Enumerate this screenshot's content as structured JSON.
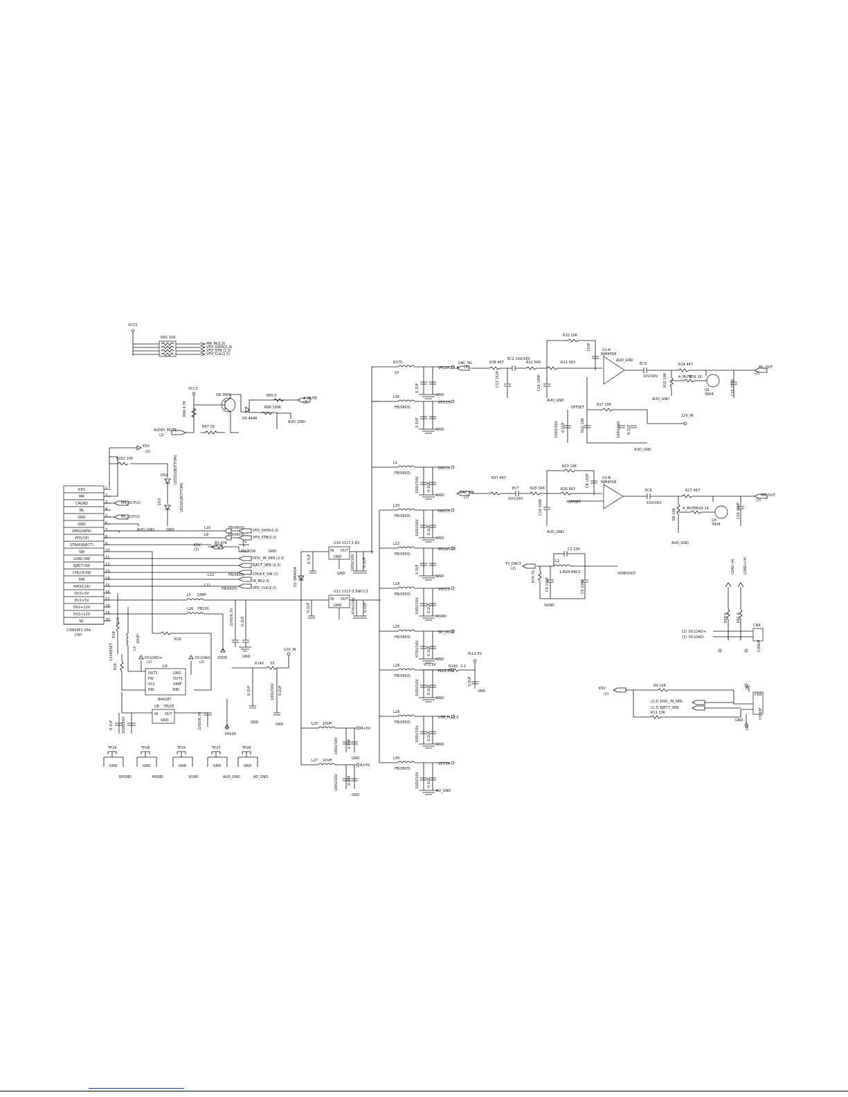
{
  "rnet": {
    "power": "VCC5",
    "name": "RN1 10K",
    "nets": [
      "MR_IN(2,3)",
      "VFD_DATA(2,3)",
      "VFD_STB (2,3)",
      "VFD_CLK(2,3)"
    ]
  },
  "mute": {
    "vcc": "VCC3",
    "r66": "R66 4.7K",
    "q8": "Q8 3906",
    "r67": "R67 1K",
    "ds": "D5 4448",
    "r65": "R65 0",
    "amute": "A_MUTE",
    "amute_ref": "(2)",
    "r68": "R68 100K",
    "aud_gnd": "AUD_GND",
    "audio_mute": "AUDIO_MUTE",
    "audio_mute_ref": "(2)"
  },
  "k5v": {
    "label": "K5V",
    "ref": "(2)",
    "r152": "R152 100",
    "ds2": "DS2",
    "led": "LEDSD(BOTTOM)",
    "ds3": "DS3",
    "led2": "LEDSD(BOTTOM)",
    "gnd": "GND"
  },
  "connector": {
    "pins": [
      "K5V",
      "MR",
      "CAGND",
      "ML",
      "GND",
      "GND",
      "XMO(DATA)",
      "VFD(CE)",
      "STRAY(EJECT)",
      "SW",
      "LOAD-SW",
      "EJECT-SW",
      "CHLCK-SW",
      "HIB",
      "XMO(CLK)",
      "DV2+5V",
      "DV2+5V",
      "DV2+12V",
      "DV2+12V",
      "NC"
    ],
    "pin_numbers": [
      "1",
      "2",
      "3",
      "4",
      "5",
      "6",
      "7",
      "8",
      "9",
      "10",
      "11",
      "12",
      "13",
      "14",
      "15",
      "16",
      "17",
      "18",
      "19",
      "20"
    ],
    "name": "CON20P1.25A",
    "ref": "CN7"
  },
  "cn7_nets": {
    "mr_out": "MR_OUT(2)",
    "ml_out": "ML_OUT(2)",
    "aud_gnd": "AUD_GND"
  },
  "vfd": {
    "l10": "L10",
    "fb1": "FB(0603)",
    "data": "VFD_DATA(2,3)",
    "l9": "L9",
    "fb2": "FB(0603)",
    "stb": "VFD_STB(2,3)",
    "k5v": "K5V",
    "k5v_ref": "(2)",
    "r3": "R3 47K",
    "x1": "X1",
    "factor": "FACTOW",
    "gnd": "GND",
    "disc": "DISC_IN_SEN (2,3)",
    "eject": "EJECT_SEN (2,3)",
    "chuck": "CHUCK_SW (2)",
    "ir": "IR_IN(2,3)",
    "l12": "L12",
    "fb3": "FB(0603)",
    "l11": "L11",
    "fb4": "FB(0603)",
    "clk": "VFD_CLK(2,3)"
  },
  "lower_left": {
    "l5": "L5",
    "jump": "JUMP",
    "l26": "L26",
    "fb100": "FB100",
    "r19": "R19",
    "r18": "R18",
    "r18v": "10K",
    "l3": "L3",
    "l3v": "10UH",
    "r24": "R24",
    "cs1": "CS1",
    "reset": "CS1RESET",
    "dcload_p": "DCLOAD+",
    "dcload_p_ref": "(2)",
    "dcload_m": "DCLOAD-",
    "dcload_m_ref": "(2)",
    "u3": "U3",
    "u3_pins_l": [
      "OUT1",
      "FW",
      "VCC",
      "RIN"
    ],
    "u3_pins_r": [
      "GND",
      "OUT2",
      "VREF",
      "RIN"
    ],
    "u3_part": "BA6287",
    "u8": "U8",
    "u8_part": "78L05",
    "u8_in": "IN",
    "u8_out": "OUT",
    "u8_gnd": "GND",
    "c_a": "0.1UF",
    "c_b": "100U/16V",
    "c_c": "220U/6.3V",
    "c_d": "0.1UF",
    "vdd5": "VDD5",
    "p4v": "P4V2K"
  },
  "test_points": [
    {
      "tp": "TP24",
      "gnd": "GND",
      "net": "RFGND"
    },
    {
      "tp": "TP26",
      "gnd": "GND",
      "net": "MGND"
    },
    {
      "tp": "TP25",
      "gnd": "GND",
      "net": "VGND"
    },
    {
      "tp": "TP27",
      "gnd": "GND",
      "net": "AUD_GND"
    },
    {
      "tp": "TP28",
      "gnd": "GND",
      "net": "AD_GND"
    }
  ],
  "supply": {
    "c1": "220U/6.3V",
    "c2": "0.1UF",
    "gnd": "GND",
    "v12": "12V_IN",
    "r140": "R140",
    "r140v": "33",
    "c3": "0.1UF",
    "c4": "100U/16V",
    "c5": "0.1UF",
    "gnd2": "GND",
    "gnd3": "GND"
  },
  "regs": {
    "u14": "U14 1117-1.8V",
    "u14_in": "IN",
    "u14_out": "OUT",
    "u14_gnd": "GND",
    "u11": "U11 1117-3.3V",
    "u11_in": "IN",
    "u11_out": "OUT",
    "u11_gnd": "GND",
    "d1": "D1 SM4004",
    "vcc3": "VCC3",
    "c1": "4.7UF",
    "c2": "100U/16V",
    "c3": "0.1UF",
    "c4": "0.1UF",
    "c5": "470U/16V",
    "c6": "0.1UF",
    "gnd": "GND"
  },
  "rails": [
    {
      "l": "R175",
      "fb": "10",
      "c1": "0.1UF",
      "c2": "",
      "net": "VPLLVCC1.8",
      "gnd": "GND"
    },
    {
      "l": "L36",
      "fb": "FB(0603)",
      "c1": "0.1UF",
      "c2": "",
      "net": "VCC1.8",
      "gnd": "GND"
    },
    {
      "l": "L1",
      "fb": "FB(0603)",
      "c1": "100U/16V",
      "c2": "0.1UF",
      "net": "DVCC2",
      "gnd": "GND"
    },
    {
      "l": "L20",
      "fb": "FB(0603)",
      "c1": "100U/16V",
      "c2": "0.1UF",
      "net": "DVCC3",
      "gnd": "GND"
    },
    {
      "l": "L22",
      "fb": "FB(0603)",
      "c1": "0.1UF",
      "c2": "",
      "net": "APLLVCC3",
      "gnd": "GND"
    },
    {
      "l": "L18",
      "fb": "FB(0603)",
      "c1": "100U/16V",
      "c2": "0.1UF",
      "net": "VVCC3",
      "gnd": "VGND"
    },
    {
      "l": "L25",
      "fb": "FB(0603)",
      "c1": "470U/16V",
      "c2": "0.1UF",
      "net": "SD_VCC3",
      "gnd": "GND"
    },
    {
      "l": "L28",
      "fb": "FB(0603)",
      "c1": "100U/16V",
      "c2": "0.1UF",
      "net": "PLL3.3V",
      "gnd": "GND"
    },
    {
      "l": "L29",
      "fb": "FB(0603)",
      "c1": "100U/16V",
      "c2": "0.1UF",
      "net": "USB_PLL3.3",
      "gnd": "GND"
    },
    {
      "l": "L30",
      "fb": "FB(0603)",
      "c1": "100U/16V",
      "c2": "0.1UF",
      "net": "VCC3A",
      "gnd": "AD_GND"
    }
  ],
  "pll": {
    "label": "PLL3.3V",
    "r": "R140",
    "rv": "2.2",
    "c": "3.3UF",
    "gnd": "GND",
    "vt": "VT3.3V"
  },
  "choke": [
    {
      "l": "L25",
      "v": "10UH",
      "net": "M+5V",
      "c1": "100U/16V",
      "c2": "0.1UF",
      "gnd": "GND"
    },
    {
      "l": "L27",
      "v": "10UH",
      "net": "A+5V",
      "c1": "100U/16V",
      "c2": "0.1UF",
      "gnd": "GND"
    }
  ],
  "audio_l": {
    "dac": "DAC_ML",
    "dac_ref": "(2)",
    "r38": "R38 4K7",
    "ec2": "EC2 10U/16V",
    "r12": "R12 5K6",
    "c13": "C13 152P",
    "r10": "R10 10K",
    "c2": "152P",
    "r13": "R13 3K3",
    "u1a": "U1-A",
    "u1a_part": "NJM4558",
    "aud_gnd": "AUD_GND",
    "ec3": "EC3",
    "ec3v": "10U/16V",
    "r14": "R14 4K7",
    "ml_out": "ML_OUT",
    "ml_ref": "(2)",
    "r15": "R15 10K",
    "amute": "A_MUTE",
    "r16": "R16 1K",
    "q1": "Q1",
    "q1p": "3904",
    "c14": "C14 100P",
    "c15": "C15 152P",
    "aud_gnd2": "AUD_GND",
    "r17": "R17 10K",
    "offset": "OFFSET",
    "c16": "0.1UF",
    "ec4": "100U/16V",
    "r22": "R22 10K",
    "c17": "0.1UF",
    "ec5": "100U/16V",
    "v12": "12V_IN",
    "aud_gnd3": "AUD_GND",
    "aud_gnd4": "AUD_GND"
  },
  "audio_r": {
    "dac": "DAC_MR",
    "dac_ref": "(2)",
    "r37": "R37 4K7",
    "ec7": "EC7",
    "ec7v": "10U/16V",
    "r25": "R25 5K6",
    "r23": "R23 10K",
    "c8": "C8 152P",
    "u1b": "U1-B",
    "u1b_part": "NJM4558",
    "r26": "R26 3K3",
    "offset": "OFFSET",
    "c19": "C19 100P",
    "aud_gnd": "AUD_GND",
    "ec8": "EC8",
    "ec8v": "10U/16V",
    "r27": "R27 4K7",
    "mr_out": "MR_OUT",
    "mr_ref": "(2)",
    "r6": "R6 10K",
    "amute": "A_MUTE",
    "r29": "R29 1K",
    "q3": "Q3",
    "q3p": "3904",
    "c20": "C20 100P",
    "aud_gnd2": "AUD_GND"
  },
  "video": {
    "dac": "TV_DAC3",
    "dac_ref": "(2)",
    "r": "R75 75",
    "c1": "C1 10P",
    "l2": "L2",
    "l2v": "1.8UH-EBCS",
    "c4": "C4 100P",
    "c5": "C5 100P",
    "out": "VIDEOOUT",
    "vgnd": "VGND"
  },
  "dcload": {
    "p": "DCLOAD+",
    "p_ref": "(2)",
    "m": "DCLOAD-",
    "m_ref": "(2)",
    "r59": "R59 0",
    "r61": "R61 0",
    "cn4": "CN4",
    "cn4p": "CON2P",
    "loadp": "LOAD+(4)",
    "loadm": "LOAD-(4)"
  },
  "disc": {
    "k5v": "K5V",
    "k5v_ref": "(2)",
    "r9": "R9 10K",
    "disc": "(2,3) DISC_IN_SEN",
    "eject": "(2,3) EJECT_SEN",
    "r11": "R11 10K",
    "cn3": "CN3",
    "cn3p": "CON3P",
    "in": "IN",
    "out": "OUT",
    "gnd": "GND"
  },
  "colors": {
    "ink": "#111111",
    "link": "#1a3fd0"
  }
}
